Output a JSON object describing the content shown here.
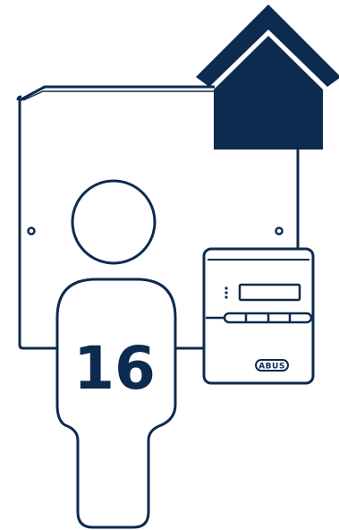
{
  "colors": {
    "primary": "#0d2a4f",
    "background": "#ffffff"
  },
  "icons": {
    "house": "house-icon",
    "wall_panel": "wall-panel",
    "control_panel": "alarm-control-panel",
    "user": "user-figure"
  },
  "user": {
    "number": "16"
  },
  "control_panel": {
    "brand": "ABUS"
  }
}
